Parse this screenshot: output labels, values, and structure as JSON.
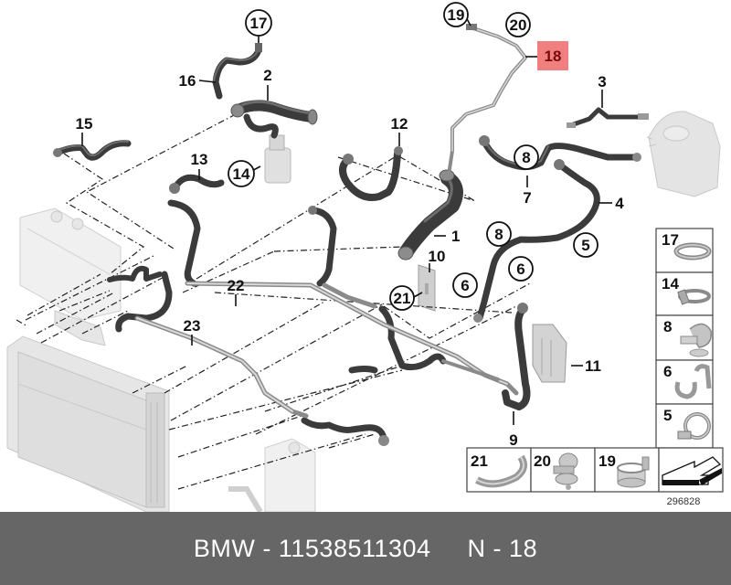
{
  "diagram": {
    "diagram_number": "296828",
    "highlight_color": "#f08080",
    "callouts": {
      "c1": "1",
      "c2": "2",
      "c3": "3",
      "c4": "4",
      "c5": "5",
      "c6a": "6",
      "c6b": "6",
      "c7": "7",
      "c8a": "8",
      "c8b": "8",
      "c9": "9",
      "c10": "10",
      "c11": "11",
      "c12": "12",
      "c13": "13",
      "c14": "14",
      "c15": "15",
      "c16": "16",
      "c17": "17",
      "c18": "18",
      "c19": "19",
      "c20": "20",
      "c21": "21",
      "c22": "22",
      "c23": "23"
    },
    "legend_right": [
      {
        "number": "17",
        "part": "hose-clamp"
      },
      {
        "number": "14",
        "part": "hose-clamp-with-tab"
      },
      {
        "number": "8",
        "part": "clip"
      },
      {
        "number": "6",
        "part": "double-clip"
      },
      {
        "number": "5",
        "part": "spring-clamp"
      }
    ],
    "legend_bottom": [
      {
        "number": "21",
        "part": "bracket-strap"
      },
      {
        "number": "20",
        "part": "holder-clip"
      },
      {
        "number": "19",
        "part": "band-clamp"
      },
      {
        "number": "",
        "part": "direction-arrow"
      }
    ]
  },
  "footer": {
    "text": "BMW - 11538511304     N - 18",
    "brand": "BMW",
    "part_number": "11538511304",
    "position_label": "N - 18",
    "background": "#666666"
  }
}
